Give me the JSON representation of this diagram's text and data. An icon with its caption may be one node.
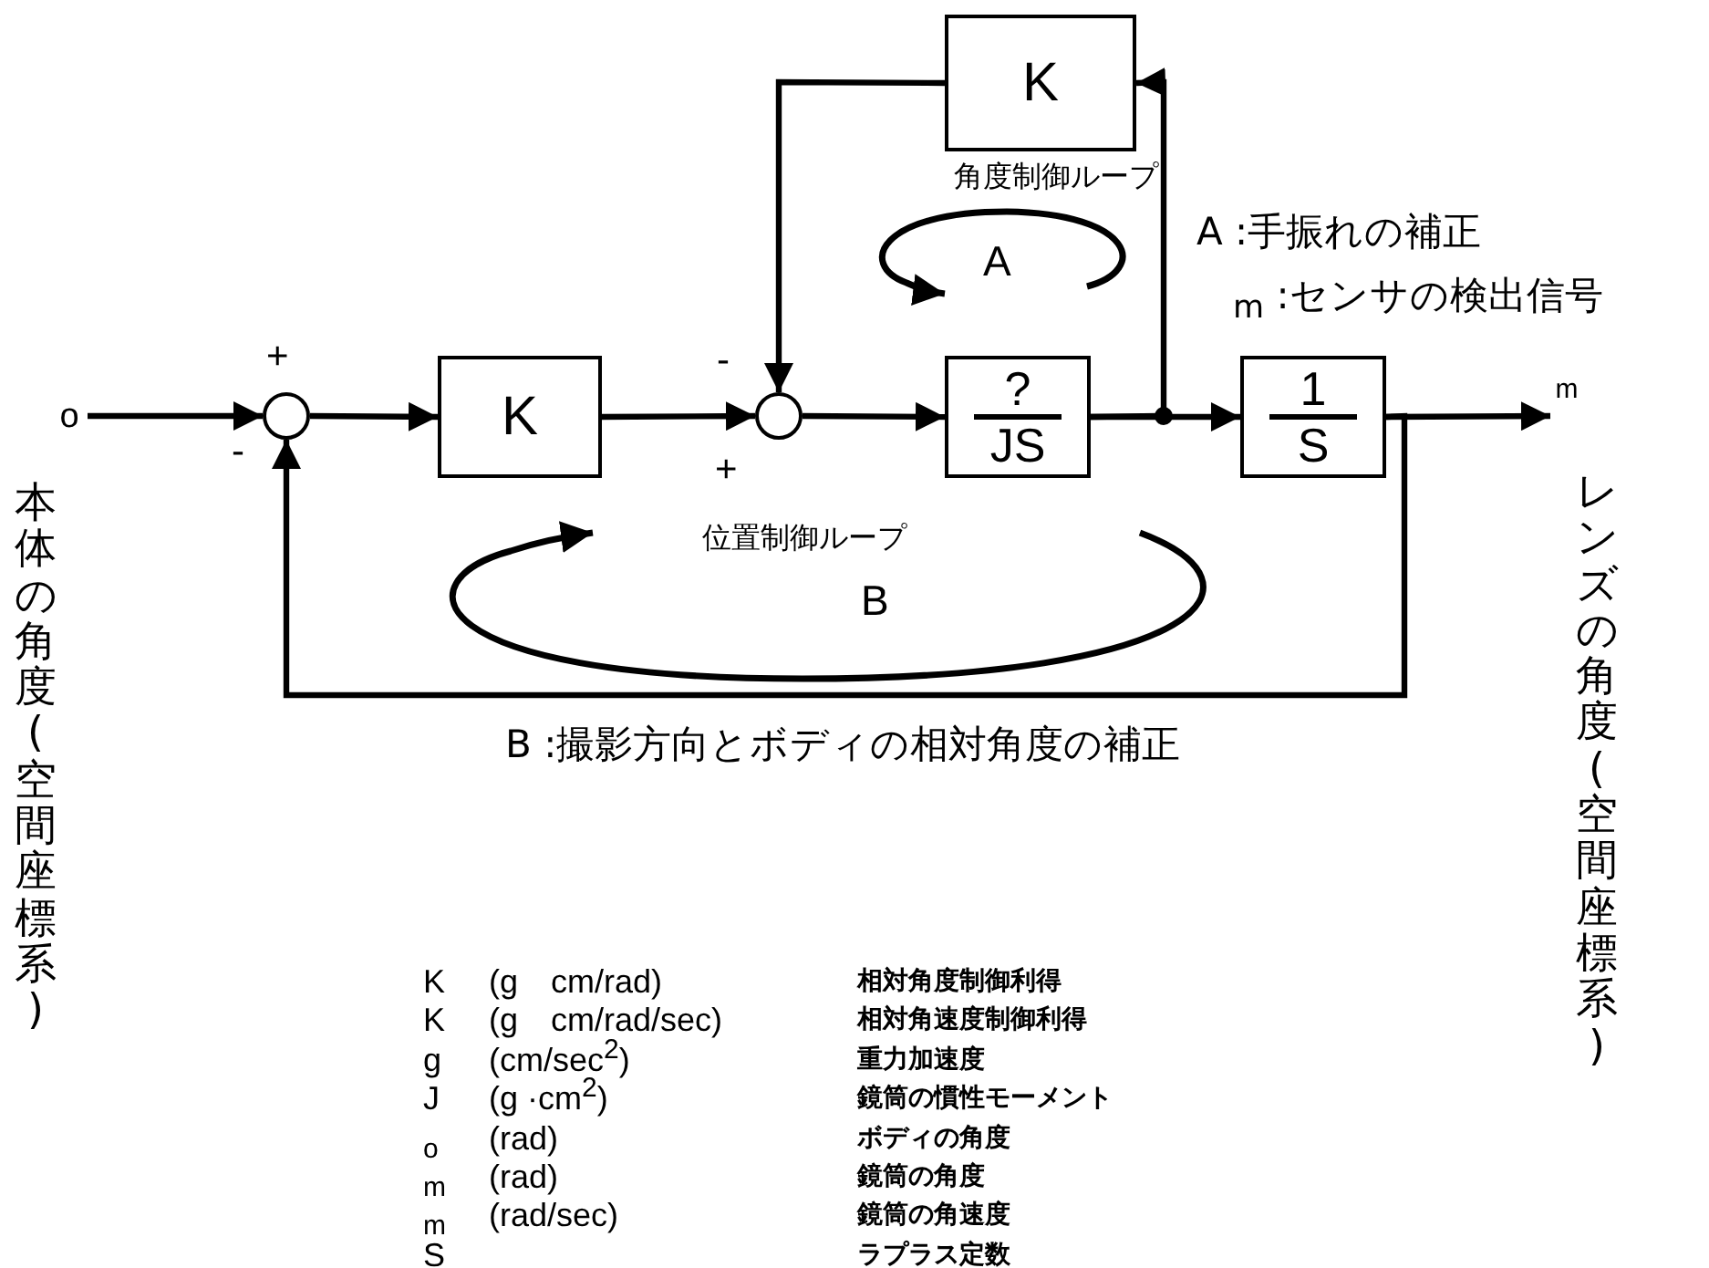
{
  "diagram": {
    "nodes": [
      {
        "text": [
          "K"
        ]
      },
      {
        "text": [],
        "shape": "circle"
      },
      {
        "text": [
          "K"
        ]
      },
      {
        "text": [],
        "shape": "circle"
      },
      {
        "text": [
          "?",
          "JS"
        ]
      },
      {
        "text": [
          "1",
          "S"
        ]
      },
      {
        "text": [
          "o"
        ]
      },
      {
        "text": [
          "m"
        ]
      }
    ],
    "edges": [
      {
        "from": 6,
        "to": 1,
        "arrow": "to"
      },
      {
        "from": 1,
        "to": 2,
        "arrow": "to"
      },
      {
        "from": 2,
        "to": 3,
        "arrow": "to"
      },
      {
        "from": 3,
        "to": 4,
        "arrow": "to"
      },
      {
        "from": 4,
        "to": 5,
        "arrow": "to"
      },
      {
        "from": 4,
        "to": 0,
        "arrow": "to"
      },
      {
        "from": 0,
        "to": 3,
        "arrow": "to"
      },
      {
        "from": 5,
        "to": 7,
        "arrow": "to"
      },
      {
        "from": 5,
        "to": 1,
        "arrow": "to"
      }
    ],
    "labels": [
      "+",
      "-",
      "-",
      "+",
      "角度制御ループ",
      "A",
      "A :手振れの補正",
      "$_{m}$ :センサの検出信号",
      "位置制御ループ",
      "B",
      "B :撮影方向とボディの相対角度の補正",
      "本体の角度 (空間座標系)",
      "レンズの角度 (空間座標系)",
      "K",
      "(g　cm/rad)",
      "相対角度制御利得",
      "K",
      "(g　cm/rad/sec)",
      "相対角速度制御利得",
      "g",
      "(cm/sec$^{2}$)",
      "重力加速度",
      "J",
      "(g ·cm$^{2}$)",
      "鏡筒の慣性モーメント",
      "$_{o}$",
      "(rad)",
      "ボディの角度",
      "$_{m}$",
      "(rad)",
      "鏡筒の角度",
      "$_{m}$",
      "(rad/sec)",
      "鏡筒の角速度",
      "S",
      "ラプラス定数"
    ]
  }
}
